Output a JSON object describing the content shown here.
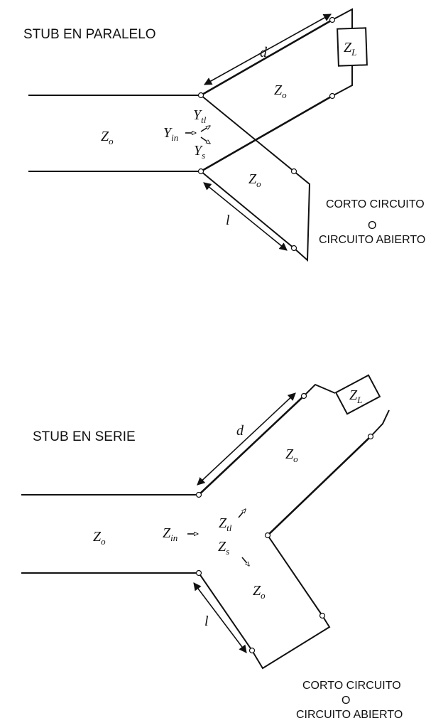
{
  "parallel": {
    "title": "STUB EN PARALELO",
    "line_impedance": "Z",
    "line_impedance_sub": "o",
    "load": "Z",
    "load_sub": "L",
    "distance": "d",
    "stub_length": "l",
    "y_in": "Y",
    "y_in_sub": "in",
    "y_tl": "Y",
    "y_tl_sub": "tl",
    "y_s": "Y",
    "y_s_sub": "s",
    "termination_line1": "CORTO CIRCUITO",
    "termination_line2": "O",
    "termination_line3": "CIRCUITO ABIERTO"
  },
  "series": {
    "title": "STUB EN SERIE",
    "line_impedance": "Z",
    "line_impedance_sub": "o",
    "load": "Z",
    "load_sub": "L",
    "distance": "d",
    "stub_length": "l",
    "z_in": "Z",
    "z_in_sub": "in",
    "z_tl": "Z",
    "z_tl_sub": "tl",
    "z_s": "Z",
    "z_s_sub": "s",
    "termination_line1": "CORTO CIRCUITO",
    "termination_line2": "O",
    "termination_line3": "CIRCUITO ABIERTO"
  }
}
